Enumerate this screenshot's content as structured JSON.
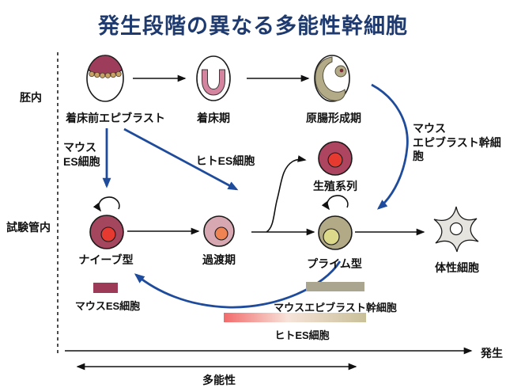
{
  "title": "発生段階の異なる多能性幹細胞",
  "title_color": "#1e3a6e",
  "arrow_color": "#1e4b9b",
  "rows": {
    "embryo": "胚内",
    "in_vitro": "試験管内"
  },
  "stages": {
    "pre_implantation": "着床前エピブラスト",
    "implantation": "着床期",
    "gastrulation": "原腸形成期"
  },
  "derivations": {
    "mouse_es": "マウス\nES細胞",
    "human_es": "ヒトES細胞",
    "mouse_episc": "マウス\nエピブラスト幹細胞"
  },
  "cells": {
    "naive": {
      "label": "ナイーブ型",
      "body": "#a4465e",
      "nucleus": "#e63a30"
    },
    "transition": {
      "label": "過渡期",
      "body": "#d8a8b2",
      "nucleus": "#ef8352"
    },
    "primed": {
      "label": "プライム型",
      "body": "#b2a987",
      "nucleus": "#dcd98a"
    },
    "germline": {
      "label": "生殖系列",
      "body": "#ad4560",
      "nucleus": "#e63a30"
    },
    "somatic": {
      "label": "体性細胞",
      "body": "#e6e4df",
      "nucleus": "#ffffff"
    }
  },
  "embryo_colors": {
    "epiblast_cap": "#9e3c5c",
    "trophoblast": "#c9a365",
    "egg_cylinder": "#d4849e",
    "gastrula": "#b3aa88",
    "gastrula_dot": "#7a2a35"
  },
  "legend": [
    {
      "label": "マウスES細胞",
      "color": "#9c3a58"
    },
    {
      "label": "マウスエピブラスト幹細胞",
      "color": "#a9a58e"
    },
    {
      "label": "ヒトES細胞",
      "gradient": [
        "#f26b6b",
        "#f7e3da",
        "#c9c099"
      ]
    }
  ],
  "axes": {
    "development": "発生",
    "pluripotency": "多能性"
  }
}
